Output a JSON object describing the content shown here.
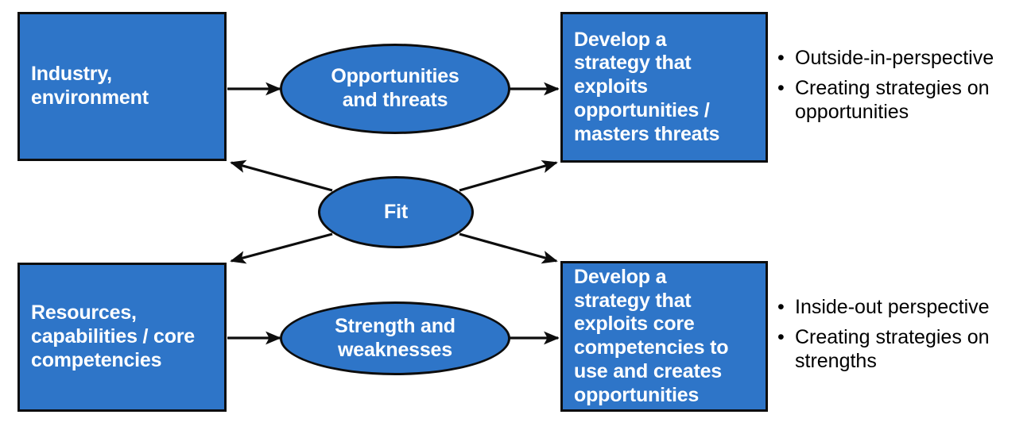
{
  "diagram": {
    "title": "Outside-in / Inside-out strategy fit diagram",
    "colors": {
      "shape_fill": "#2E75C8",
      "shape_stroke": "#0d0d0d",
      "shape_text": "#ffffff",
      "bullet_text": "#000000",
      "background": "#ffffff"
    },
    "nodes": [
      {
        "id": "industry-environment",
        "shape": "rectangle",
        "label": "Industry,\nenvironment"
      },
      {
        "id": "opportunities-threats",
        "shape": "ellipse",
        "label": "Opportunities\nand threats"
      },
      {
        "id": "strategy-opportunities",
        "shape": "rectangle",
        "label": "Develop a\nstrategy that\nexploits\nopportunities /\nmasters threats"
      },
      {
        "id": "fit",
        "shape": "ellipse",
        "label": "Fit"
      },
      {
        "id": "resources-capabilities",
        "shape": "rectangle",
        "label": "Resources,\ncapabilities / core\ncompetencies"
      },
      {
        "id": "strength-weaknesses",
        "shape": "ellipse",
        "label": "Strength and\nweaknesses"
      },
      {
        "id": "strategy-competencies",
        "shape": "rectangle",
        "label": "Develop a\nstrategy that\nexploits core\ncompetencies to\nuse and creates\nopportunities"
      }
    ],
    "edges": [
      {
        "from": "industry-environment",
        "to": "opportunities-threats"
      },
      {
        "from": "opportunities-threats",
        "to": "strategy-opportunities"
      },
      {
        "from": "resources-capabilities",
        "to": "strength-weaknesses"
      },
      {
        "from": "strength-weaknesses",
        "to": "strategy-competencies"
      },
      {
        "from": "fit",
        "to": "industry-environment"
      },
      {
        "from": "fit",
        "to": "strategy-opportunities"
      },
      {
        "from": "fit",
        "to": "resources-capabilities"
      },
      {
        "from": "fit",
        "to": "strategy-competencies"
      }
    ],
    "annotations": {
      "top": {
        "bullet_char": "•",
        "items": [
          "Outside-in-perspective",
          "Creating strategies on opportunities"
        ]
      },
      "bottom": {
        "bullet_char": "•",
        "items": [
          "Inside-out perspective",
          "Creating strategies on strengths"
        ]
      }
    }
  }
}
